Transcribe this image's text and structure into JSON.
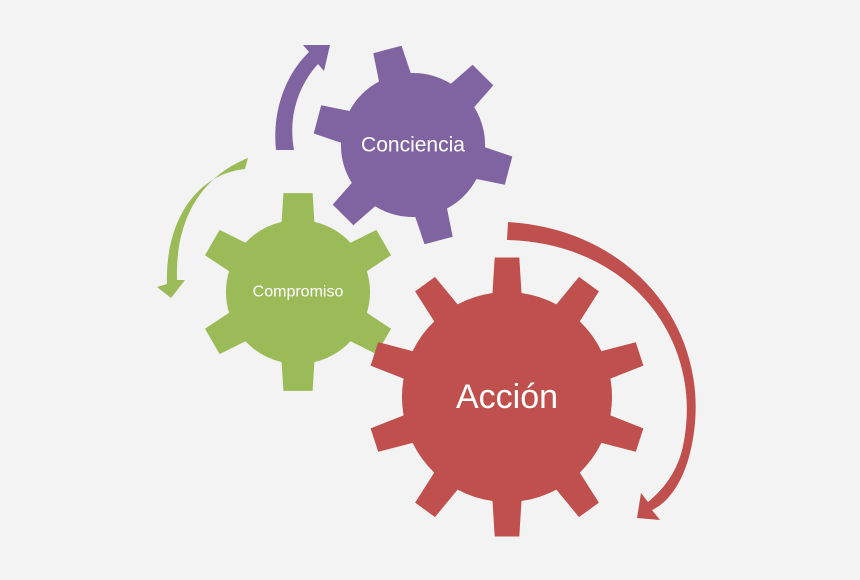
{
  "diagram": {
    "gears": [
      {
        "id": "conciencia",
        "label": "Conciencia",
        "color": "#8064a2"
      },
      {
        "id": "compromiso",
        "label": "Compromiso",
        "color": "#9bbb59"
      },
      {
        "id": "accion",
        "label": "Acción",
        "color": "#c0504d"
      }
    ],
    "arrows": [
      {
        "id": "purple-arrow",
        "color": "#8064a2",
        "direction": "up"
      },
      {
        "id": "green-arrow",
        "color": "#9bbb59",
        "direction": "down"
      },
      {
        "id": "red-arrow",
        "color": "#c0504d",
        "direction": "clockwise-down"
      }
    ]
  }
}
